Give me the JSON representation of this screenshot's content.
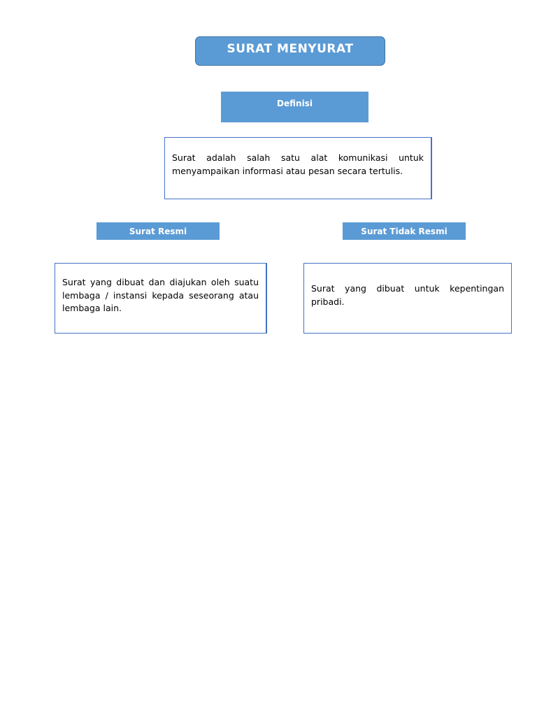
{
  "diagram": {
    "title": "SURAT MENYURAT",
    "definition": {
      "label": "Definisi",
      "text": "Surat adalah salah satu alat komunikasi untuk menyampaikan informasi atau pesan secara tertulis."
    },
    "branches": [
      {
        "label": "Surat Resmi",
        "text": "Surat yang dibuat dan diajukan oleh suatu lembaga / instansi kepada seseorang atau lembaga lain."
      },
      {
        "label": "Surat Tidak Resmi",
        "text": "Surat yang dibuat untuk kepentingan pribadi."
      }
    ]
  },
  "colors": {
    "box_fill": "#5b9bd5",
    "box_border": "#41719c",
    "text_box_border": "#4472c4",
    "label_text": "#ffffff",
    "body_text": "#000000"
  }
}
